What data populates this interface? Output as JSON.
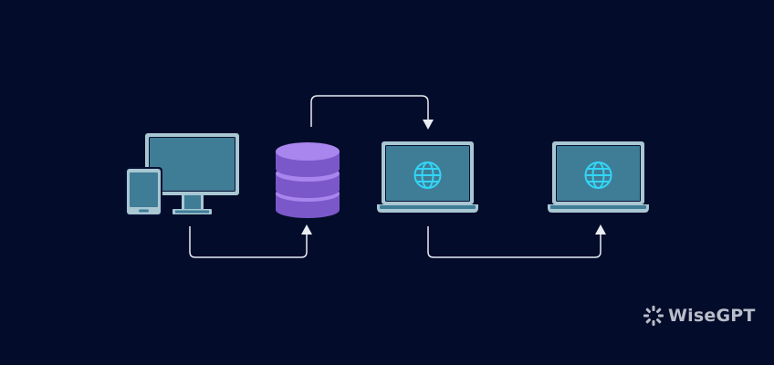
{
  "colors": {
    "background": "#030c2a",
    "screen": "#3f7d97",
    "frame": "#a9c7d3",
    "connector": "#e8edf3",
    "database_top": "#a985ee",
    "database_body": "#7a58c9",
    "globe": "#33d5f5"
  },
  "nodes": [
    {
      "name": "client-devices",
      "icon": "monitor-and-tablet"
    },
    {
      "name": "database",
      "icon": "database-icon"
    },
    {
      "name": "web-server",
      "icon": "laptop-globe-icon"
    },
    {
      "name": "web-client",
      "icon": "laptop-globe-icon"
    }
  ],
  "edges": [
    {
      "from": "client-devices",
      "to": "database"
    },
    {
      "from": "database",
      "to": "web-server"
    },
    {
      "from": "web-server",
      "to": "web-client"
    }
  ],
  "brand": {
    "name": "WiseGPT",
    "icon": "wisegpt-logo-icon"
  }
}
